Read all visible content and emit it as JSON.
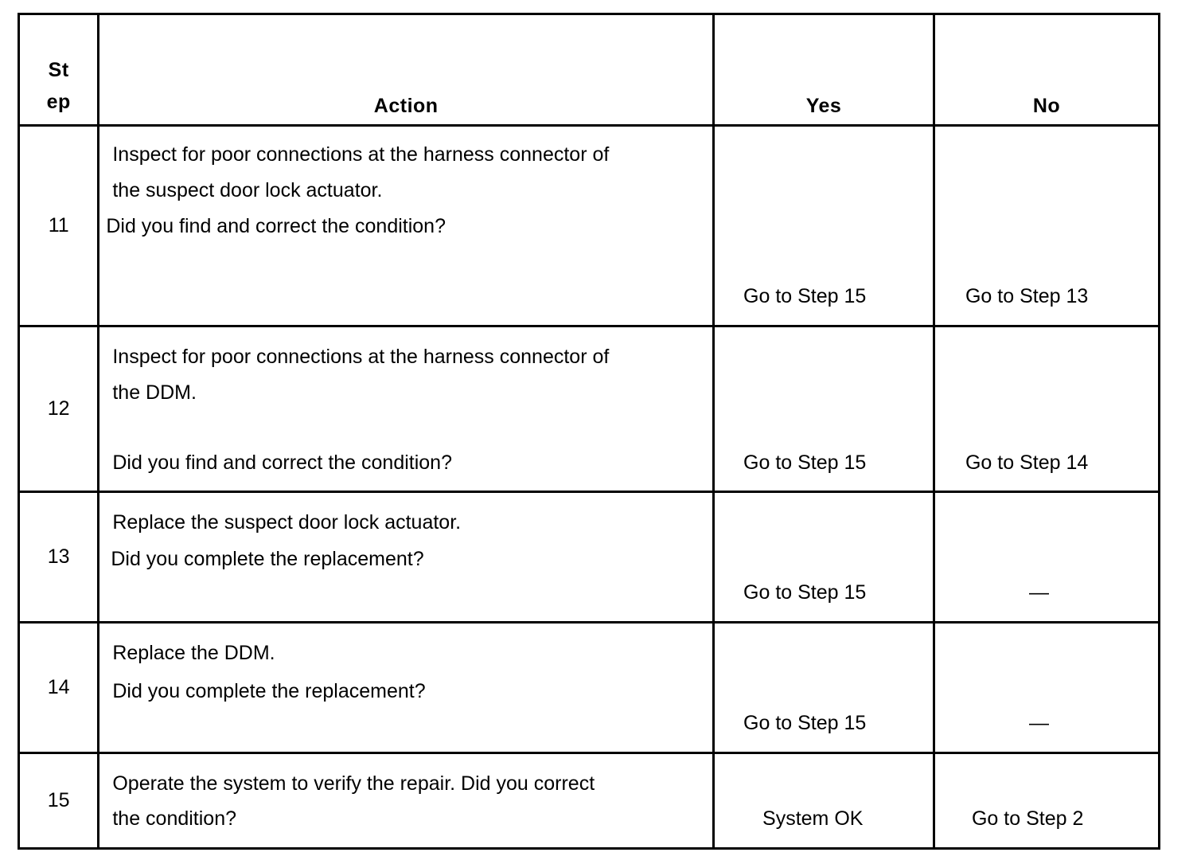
{
  "headers": {
    "step_line1": "St",
    "step_line2": "ep",
    "action": "Action",
    "yes": "Yes",
    "no": "No"
  },
  "rows": [
    {
      "step": "11",
      "action_lines": [
        "Inspect for poor connections at the harness connector of",
        "the suspect door lock actuator.",
        "Did you find and correct the condition?"
      ],
      "yes": "Go to Step 15",
      "no": "Go to Step 13"
    },
    {
      "step": "12",
      "action_lines": [
        "Inspect for poor connections at the harness connector of",
        "the DDM.",
        "Did you find and correct the condition?"
      ],
      "yes": "Go to Step 15",
      "no": "Go to Step 14"
    },
    {
      "step": "13",
      "action_lines": [
        "Replace the suspect door lock actuator.",
        "Did you complete the replacement?"
      ],
      "yes": "Go to Step 15",
      "no": "—"
    },
    {
      "step": "14",
      "action_lines": [
        "Replace the DDM.",
        "Did you complete the replacement?"
      ],
      "yes": "Go to Step 15",
      "no": "—"
    },
    {
      "step": "15",
      "action_lines": [
        "Operate the system to verify the repair. Did you correct",
        "the condition?"
      ],
      "yes": "System OK",
      "no": "Go to Step 2"
    }
  ]
}
